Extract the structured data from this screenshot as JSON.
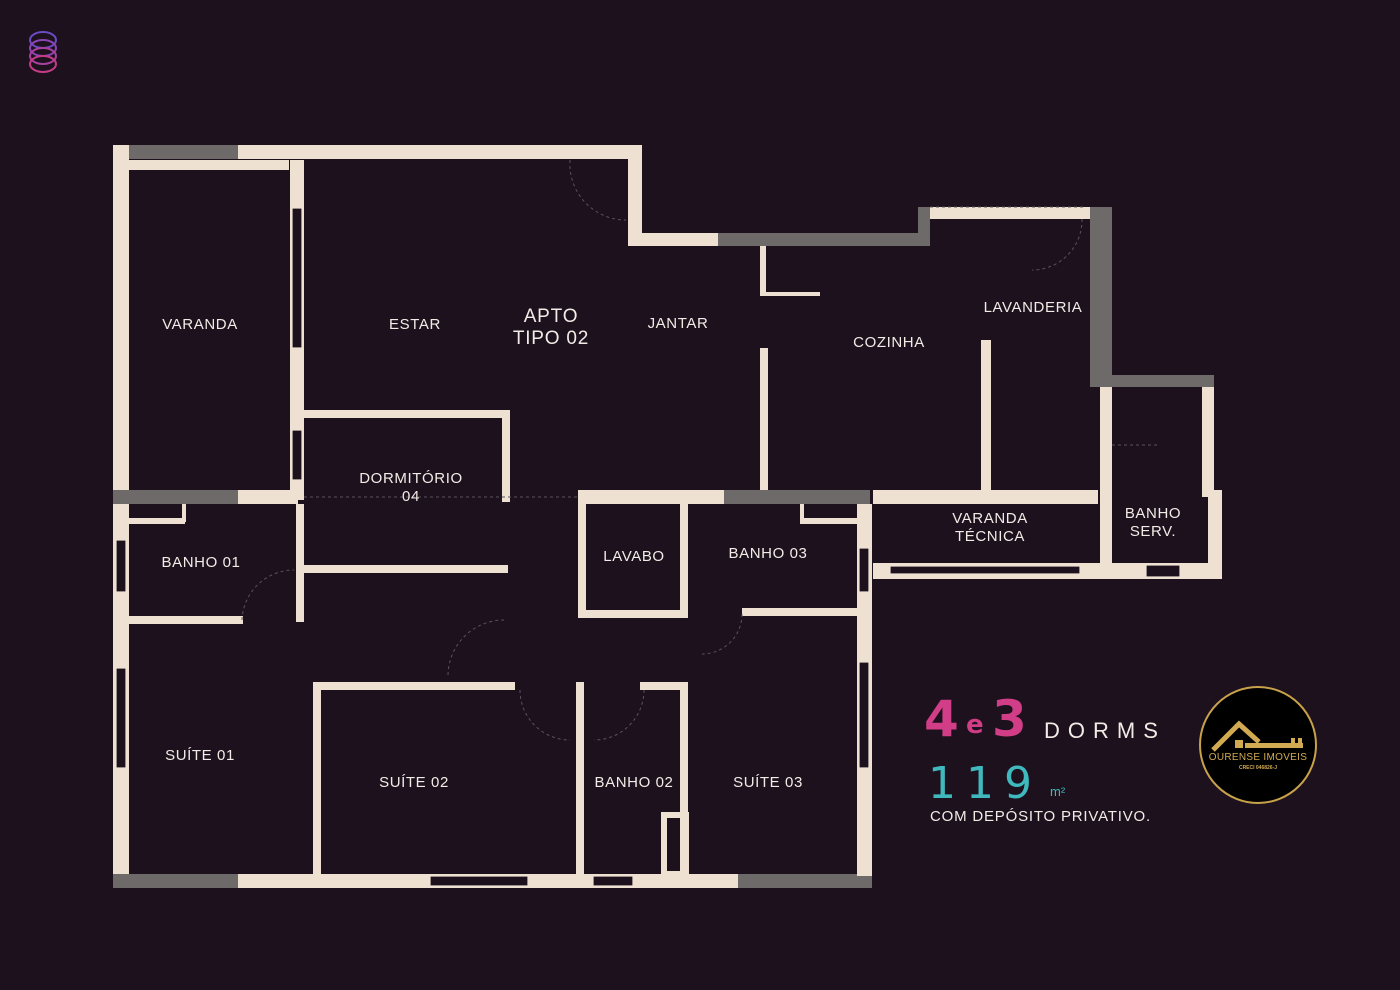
{
  "plan": {
    "title_line1": "APTO",
    "title_line2": "TIPO 02",
    "rooms": {
      "varanda": "VARANDA",
      "estar": "ESTAR",
      "jantar": "JANTAR",
      "cozinha": "COZINHA",
      "lavanderia": "LAVANDERIA",
      "dormitorio_04": "DORMITÓRIO\n04",
      "banho_01": "BANHO 01",
      "lavabo": "LAVABO",
      "banho_03": "BANHO 03",
      "varanda_tecnica": "VARANDA\nTÉCNICA",
      "banho_serv": "BANHO\nSERV.",
      "suite_01": "SUÍTE 01",
      "suite_02": "SUÍTE 02",
      "banho_02": "BANHO 02",
      "suite_03": "SUÍTE 03"
    }
  },
  "info": {
    "num_4": "4",
    "e": "e",
    "num_3": "3",
    "dorms": "DORMS",
    "area": "119",
    "area_unit": "m²",
    "deposit": "COM DEPÓSITO PRIVATIVO."
  },
  "logo": {
    "name": "OURENSE IMOVEIS",
    "creci": "CRECI 046826-J"
  },
  "colors": {
    "background": "#1c111d",
    "wall": "#efe1d2",
    "wall_concrete": "#6d6a69",
    "accent_pink": "#d23d87",
    "accent_teal": "#3fb9bd",
    "gold": "#c8a24a"
  }
}
